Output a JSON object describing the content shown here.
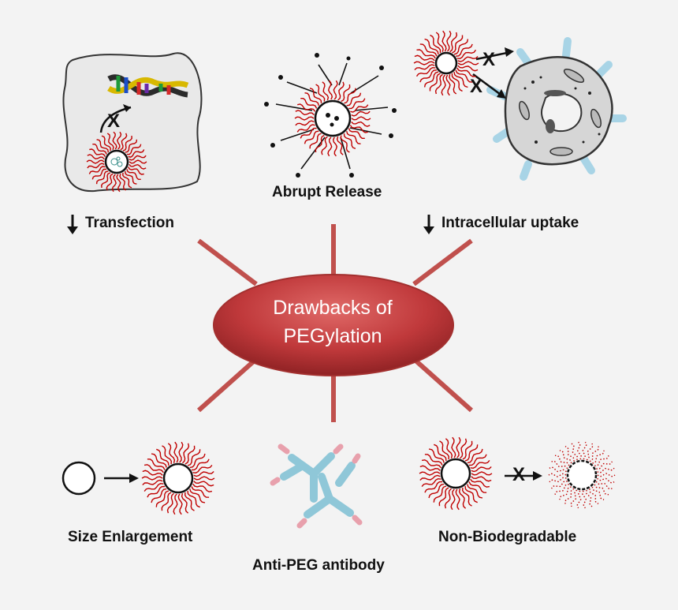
{
  "center": {
    "line1": "Drawbacks of",
    "line2": "PEGylation"
  },
  "labels": {
    "transfection": "Transfection",
    "abrupt_release": "Abrupt Release",
    "intracellular_uptake": "Intracellular uptake",
    "size_enlargement": "Size Enlargement",
    "anti_peg_antibody": "Anti-PEG antibody",
    "non_biodegradable": "Non-Biodegradable"
  },
  "marks": {
    "block": "X"
  },
  "colors": {
    "background": "#f3f3f3",
    "spoke": "#c0504d",
    "ellipse": "#c0393b",
    "peg_chain": "#c00000",
    "antibody_blue": "#8fc7d8",
    "antibody_pink": "#e8a0ac",
    "receptor": "#a8d4e6",
    "cell_fill": "#d6d6d6"
  },
  "icons": [
    "pegylated-nanoparticle-icon",
    "dna-helix-icon",
    "cell-membrane-icon",
    "antibody-icon",
    "down-arrow-icon",
    "right-arrow-icon"
  ]
}
